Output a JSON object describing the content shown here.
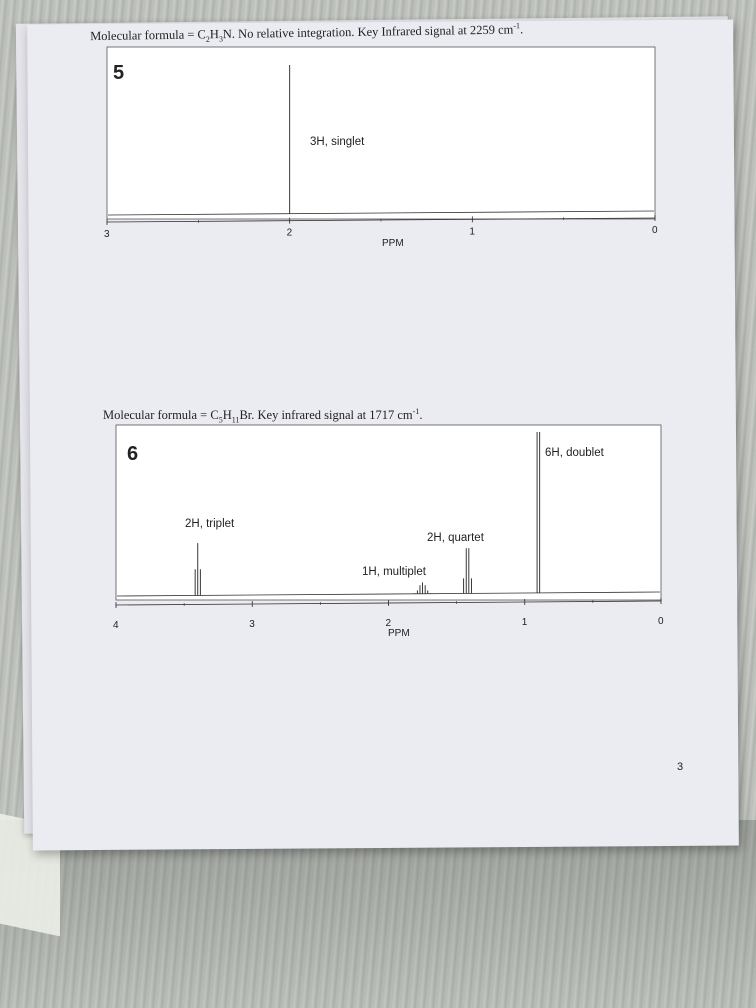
{
  "page": {
    "number": "3"
  },
  "problem5": {
    "label": "5",
    "formula_prefix": "Molecular formula = C",
    "formula_n1": "2",
    "formula_mid": "H",
    "formula_n2": "3",
    "formula_suffix": "N.  No relative integration.  Key Infrared signal at 2259 cm",
    "formula_exp": "-1",
    "formula_end": "."
  },
  "problem6": {
    "label": "6",
    "formula_prefix": "Molecular formula = C",
    "formula_n1": "5",
    "formula_mid": "H",
    "formula_n2": "11",
    "formula_suffix": "Br.  Key infrared signal at 1717 cm",
    "formula_exp": "-1",
    "formula_end": "."
  },
  "chart_data": [
    {
      "type": "line",
      "panel": "5",
      "xlabel": "PPM",
      "xlim": [
        3,
        0
      ],
      "x_reversed": true,
      "xticks": [
        "3",
        "2",
        "1",
        "0"
      ],
      "peaks": [
        {
          "ppm": 2.0,
          "relative_height": 1.0,
          "multiplicity": 1,
          "label": "3H, singlet"
        }
      ]
    },
    {
      "type": "line",
      "panel": "6",
      "xlabel": "PPM",
      "xlim": [
        4,
        0
      ],
      "x_reversed": true,
      "xticks": [
        "4",
        "3",
        "2",
        "1",
        "0"
      ],
      "peaks": [
        {
          "ppm": 3.4,
          "relative_height": 0.32,
          "multiplicity": 3,
          "label": "2H, triplet"
        },
        {
          "ppm": 1.75,
          "relative_height": 0.07,
          "multiplicity": 7,
          "label": "1H, multiplet"
        },
        {
          "ppm": 1.42,
          "relative_height": 0.28,
          "multiplicity": 4,
          "label": "2H, quartet"
        },
        {
          "ppm": 0.9,
          "relative_height": 1.0,
          "multiplicity": 2,
          "label": "6H, doublet"
        }
      ]
    }
  ]
}
